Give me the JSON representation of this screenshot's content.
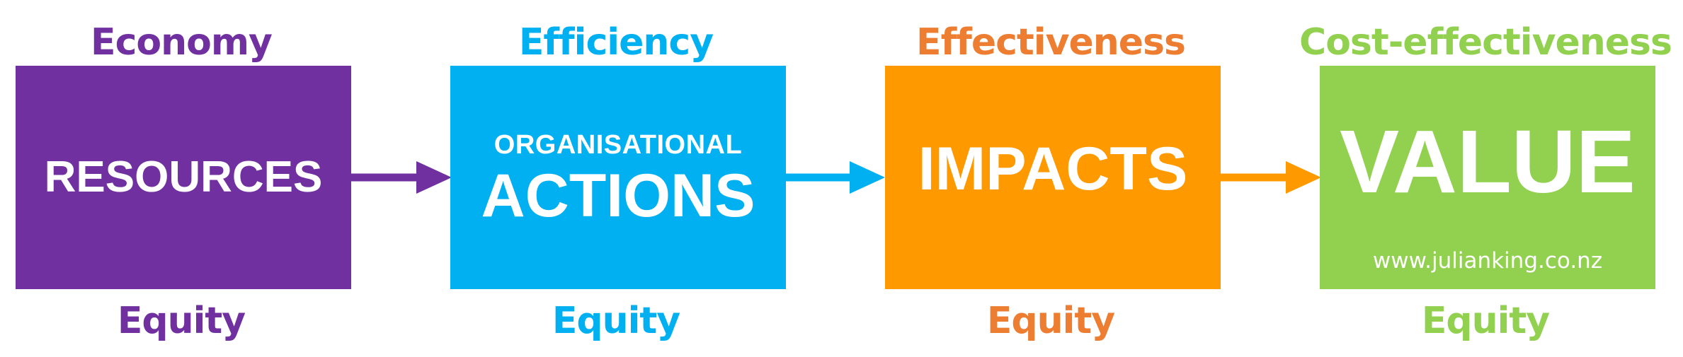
{
  "stages": [
    {
      "top_label": "Economy",
      "bottom_label": "Equity",
      "box_sub": "",
      "box_main": "RESOURCES",
      "color": "#7030A0"
    },
    {
      "top_label": "Efficiency",
      "bottom_label": "Equity",
      "box_sub": "ORGANISATIONAL",
      "box_main": "ACTIONS",
      "color": "#00B0F0"
    },
    {
      "top_label": "Effectiveness",
      "bottom_label": "Equity",
      "box_sub": "",
      "box_main": "IMPACTS",
      "color": "#FF9900",
      "label_color": "#ED7D31"
    },
    {
      "top_label": "Cost-effectiveness",
      "bottom_label": "Equity",
      "box_sub": "",
      "box_main": "VALUE",
      "color": "#92D050"
    }
  ],
  "watermark": "www.julianking.co.nz"
}
